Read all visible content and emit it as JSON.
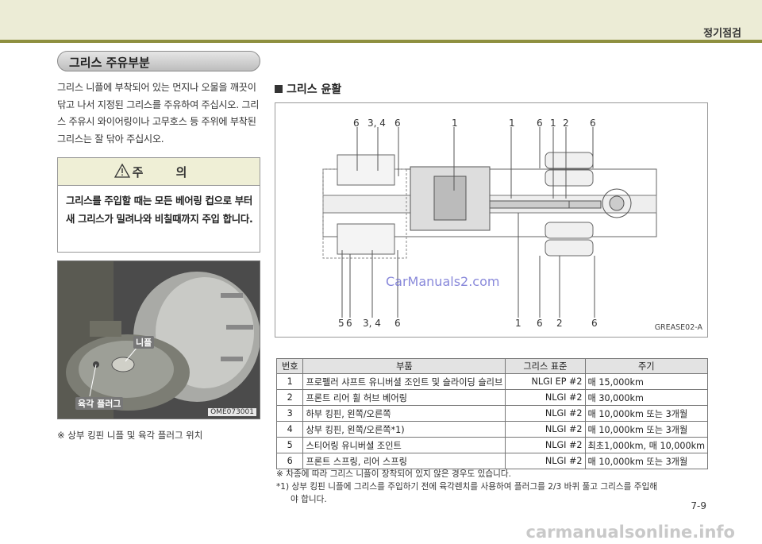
{
  "header": {
    "section": "정기점검"
  },
  "title_pill": "그리스 주유부분",
  "intro": "그리스 니플에 부착되어 있는 먼지나 오물을 깨끗이 닦고 나서 지정된 그리스를 주유하여 주십시오. 그리스 주유시 와이어링이나 고무호스 등 주위에 부착된 그리스는 잘 닦아 주십시오.",
  "caution": {
    "title": "주 의",
    "body": "그리스를 주입할 때는 모든 베어링 컵으로 부터 새 그리스가 밀려나와 비칠때까지 주입 합니다."
  },
  "photo": {
    "label_nipple": "니플",
    "label_plug": "육각 플러그",
    "code": "OME073001",
    "caption": "※ 상부 킹핀 니플 및 육각 플러그 위치"
  },
  "diagram": {
    "title": "그리스 윤활",
    "top_numbers": [
      "6",
      "3, 4",
      "6",
      "1",
      "1",
      "6",
      "1",
      "2",
      "6"
    ],
    "bottom_numbers": [
      "5",
      "6",
      "3, 4",
      "6",
      "1",
      "6",
      "2",
      "6"
    ],
    "code": "GREASE02-A",
    "watermark": "CarManuals2.com"
  },
  "table": {
    "headers": [
      "번호",
      "부품",
      "그리스 표준",
      "주기"
    ],
    "rows": [
      [
        "1",
        "프로펠러 샤프트 유니버셜 조인트 및 슬라이딩 슬리브",
        "NLGI EP #2",
        "매 15,000km"
      ],
      [
        "2",
        "프론트 리어 휠 허브 베어링",
        "NLGI #2",
        "매 30,000km"
      ],
      [
        "3",
        "하부 킹핀, 왼쪽/오른쪽",
        "NLGI #2",
        "매 10,000km 또는 3개월"
      ],
      [
        "4",
        "상부 킹핀, 왼쪽/오른쪽*1)",
        "NLGI #2",
        "매 10,000km 또는 3개월"
      ],
      [
        "5",
        "스티어링 유니버셜 조인트",
        "NLGI #2",
        "최초1,000km, 매 10,000km"
      ],
      [
        "6",
        "프론트 스프링, 리어 스프링",
        "NLGI #2",
        "매 10,000km 또는 3개월"
      ]
    ]
  },
  "notes": [
    "※ 차종에 따라 그리스 니플이 장착되어 있지 않은 경우도 있습니다.",
    "*1) 상부 킹핀 니플에 그리스를 주입하기 전에 육각렌치를 사용하여 플러그를 2/3 바퀴 풀고 그리스를 주입해",
    "야 합니다."
  ],
  "page_number": "7-9",
  "bottom_watermark": "carmanualsonline.info"
}
